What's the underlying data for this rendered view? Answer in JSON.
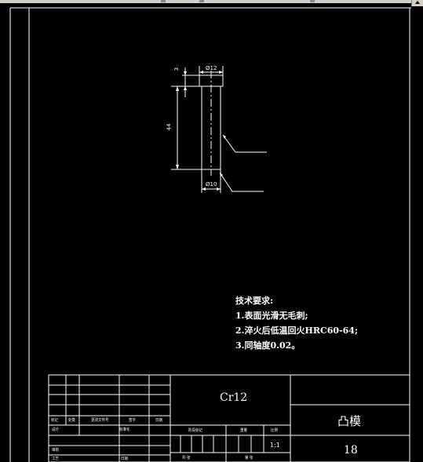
{
  "window": {
    "controls": [
      "scroll-up"
    ]
  },
  "drawing": {
    "dimensions": {
      "head_height": "3",
      "head_diameter": "Ø12",
      "length": "44",
      "body_diameter": "Ø10"
    },
    "notes": {
      "title": "技术要求:",
      "items": [
        "1.表面光滑无毛刺;",
        "2.淬火后低温回火HRC60-64;",
        "3.同轴度0.02。"
      ]
    }
  },
  "title_block": {
    "material": "Cr12",
    "part_name": "凸模",
    "drawing_number": "18",
    "scale": "1:1",
    "labels": {
      "mark": "标记",
      "count": "处数",
      "change_doc": "更改文件号",
      "sign": "签字",
      "date": "日期",
      "design": "设计",
      "standardize": "标准化",
      "stage_mark": "阶段标记",
      "weight": "重量",
      "ratio": "比例",
      "review": "审核",
      "process": "工艺",
      "approve": "日期",
      "total": "共 张",
      "sheet": "第 张"
    }
  }
}
